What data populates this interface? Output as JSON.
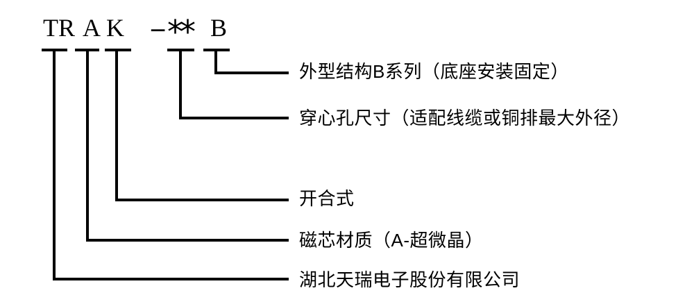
{
  "diagram": {
    "model": {
      "code": "TR A K - ** B",
      "segments": [
        "TR",
        "A",
        "K",
        "-",
        "**",
        "B"
      ]
    },
    "labels": [
      {
        "maps_to": "B",
        "text": "外型结构B系列（底座安装固定）"
      },
      {
        "maps_to": "**",
        "text": "穿心孔尺寸（适配线缆或铜排最大外径）"
      },
      {
        "maps_to": "K",
        "text": "开合式"
      },
      {
        "maps_to": "A",
        "text": "磁芯材质（A-超微晶）"
      },
      {
        "maps_to": "TR",
        "text": "湖北天瑞电子股份有限公司"
      }
    ],
    "colors": {
      "background": "#ffffff",
      "line": "#000000",
      "text": "#000000"
    }
  }
}
